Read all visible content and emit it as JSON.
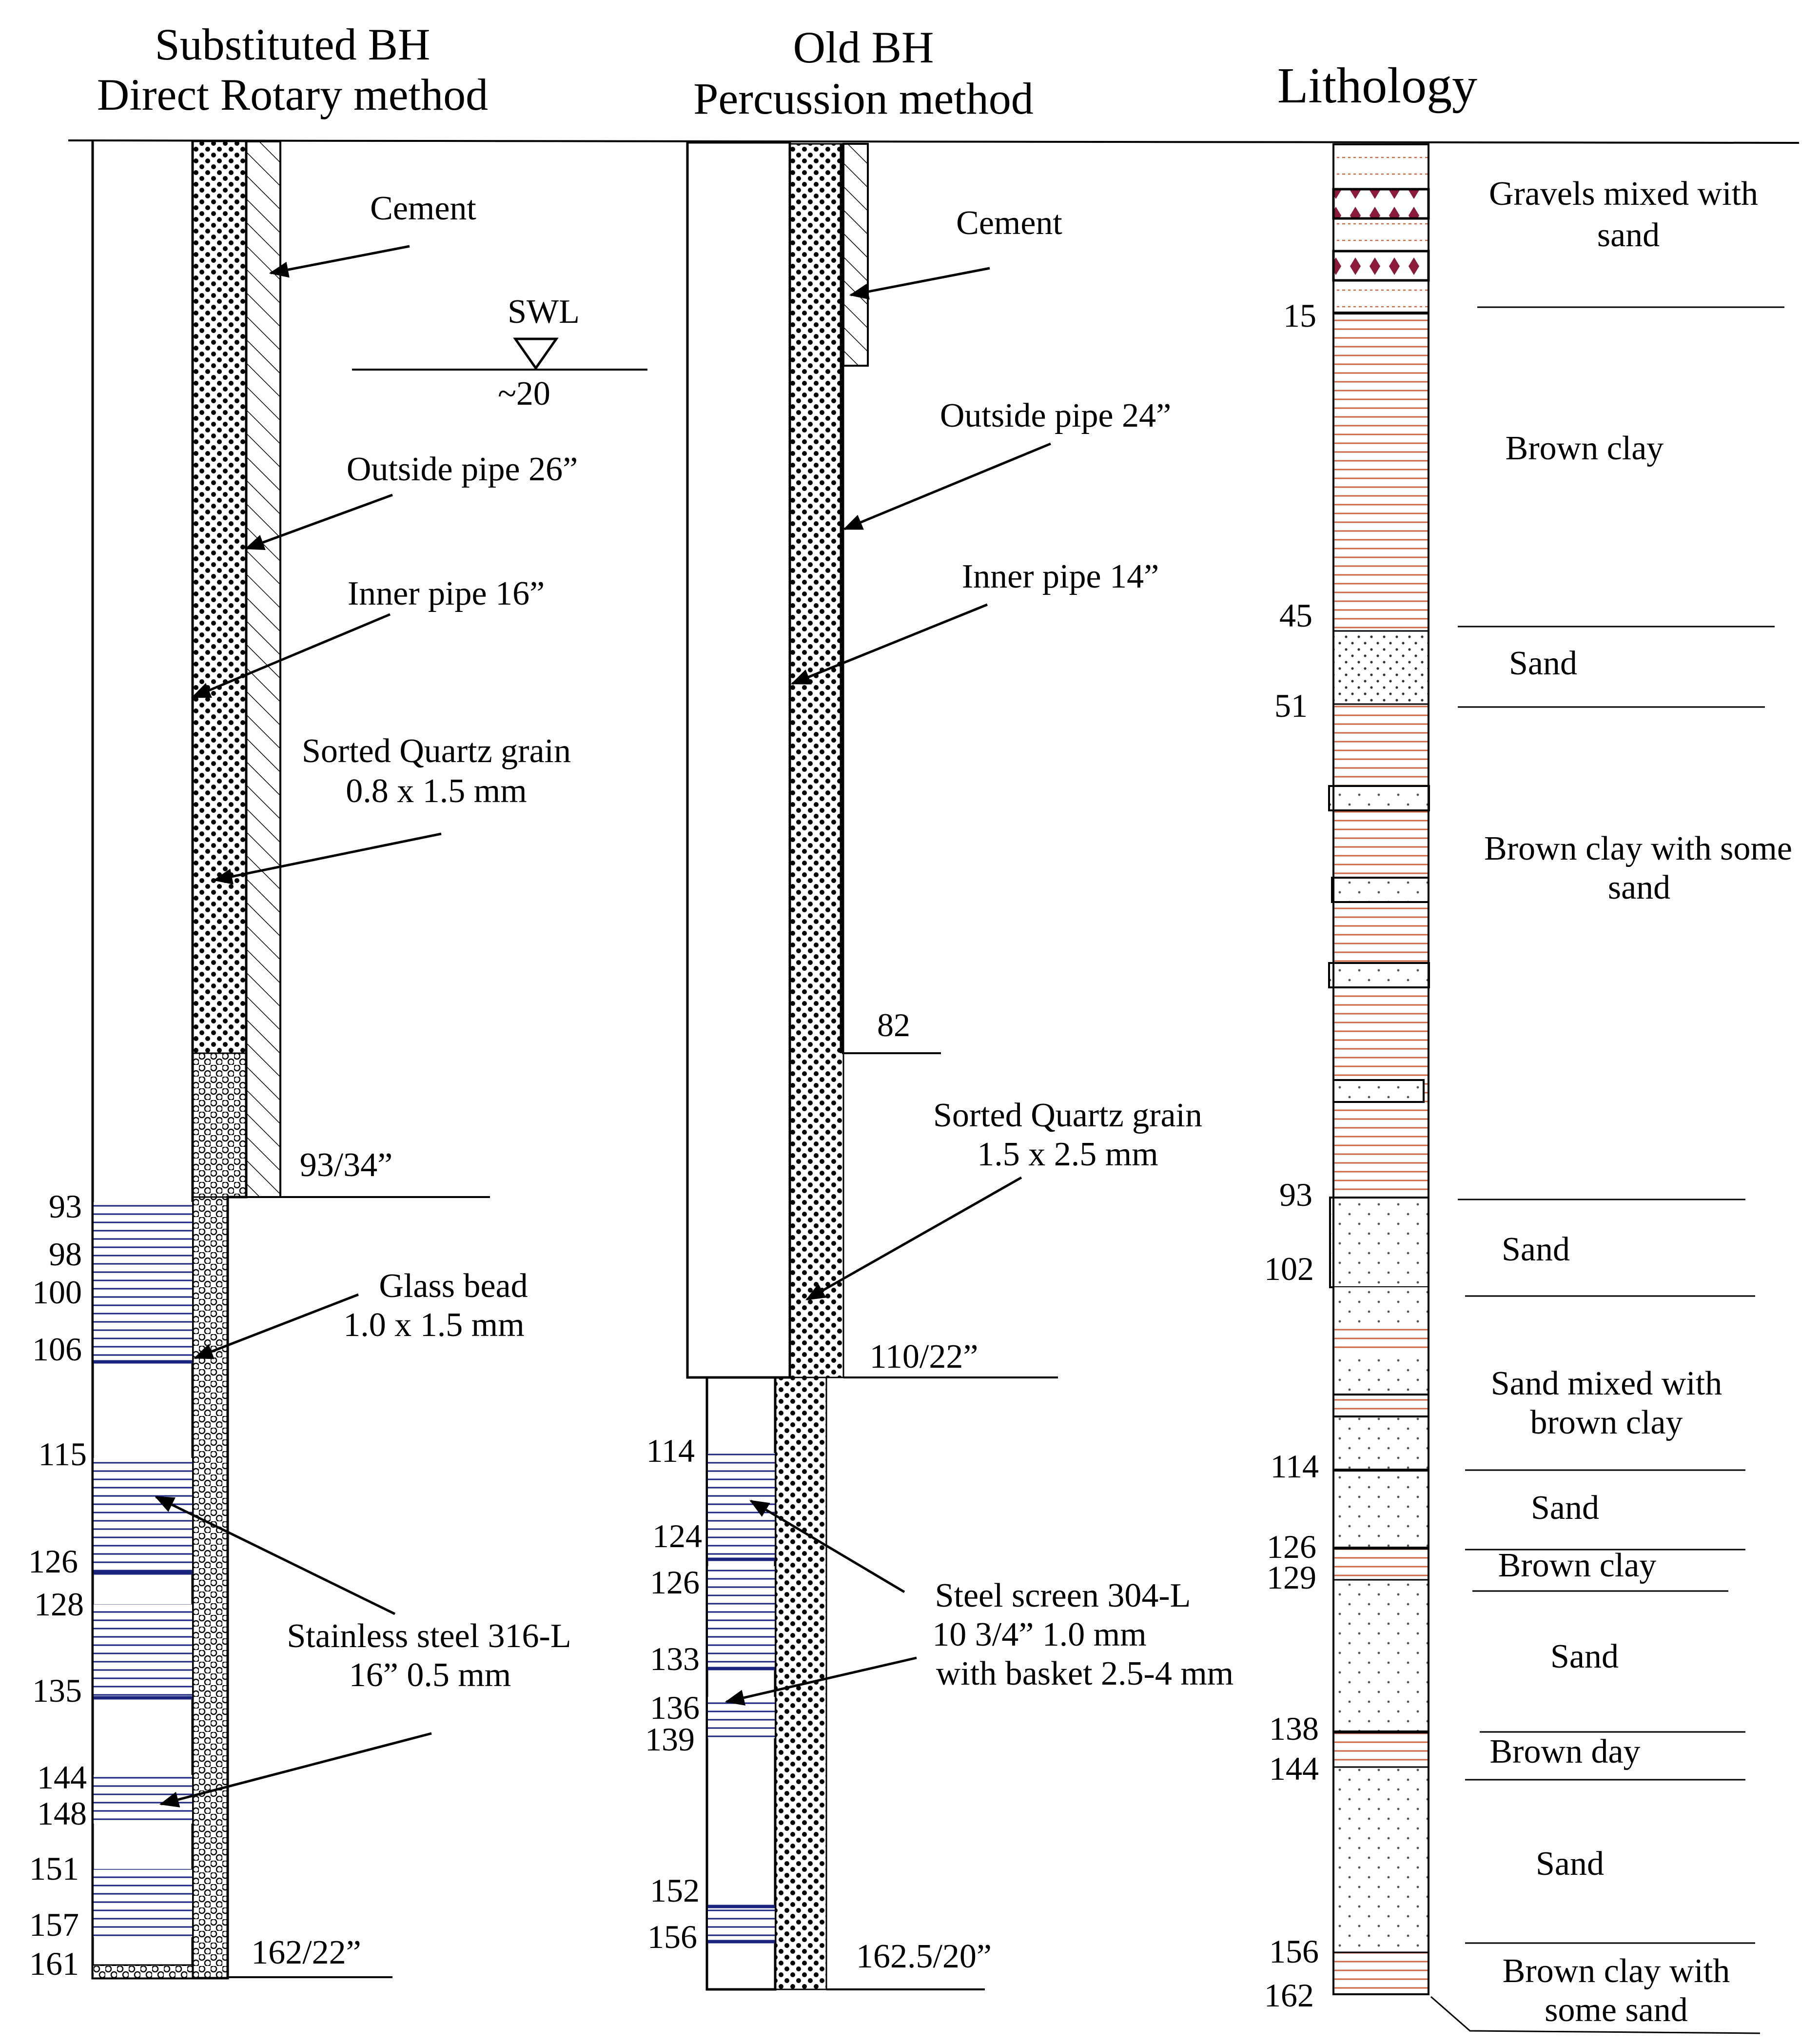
{
  "titles": {
    "left_line1": "Substituted BH",
    "left_line2": "Direct Rotary method",
    "mid_line1": "Old BH",
    "mid_line2": "Percussion method",
    "right": "Lithology"
  },
  "left_bh": {
    "cement": "Cement",
    "swl": "SWL",
    "swl_depth": "~20",
    "outside_pipe": "Outside pipe 26”",
    "inner_pipe": "Inner  pipe 16”",
    "quartz_line1": "Sorted Quartz grain",
    "quartz_line2": "0.8 x 1.5 mm",
    "outer_bottom": "93/34”",
    "glass_line1": "Glass bead",
    "glass_line2": "1.0 x 1.5 mm",
    "steel_line1": "Stainless steel 316-L",
    "steel_line2": "16”  0.5 mm",
    "total_depth": "162/22”",
    "depths": [
      "93",
      "98",
      "100",
      "106",
      "115",
      "126",
      "128",
      "135",
      "144",
      "148",
      "151",
      "157",
      "161"
    ]
  },
  "mid_bh": {
    "cement": "Cement",
    "outside_pipe": "Outside pipe 24”",
    "inner_pipe": "Inner  pipe 14”",
    "pipe_end": "82",
    "quartz_line1": "Sorted Quartz grain",
    "quartz_line2": "1.5 x 2.5 mm",
    "casing_bottom": "110/22”",
    "screen_line1": "Steel screen 304-L",
    "screen_line2": "10 3/4” 1.0 mm",
    "screen_line3": "with basket 2.5-4 mm",
    "total_depth": "162.5/20”",
    "depths": [
      "114",
      "124",
      "126",
      "133",
      "136",
      "139",
      "152",
      "156"
    ]
  },
  "lithology": {
    "depths": [
      "15",
      "45",
      "51",
      "93",
      "102",
      "114",
      "126",
      "129",
      "138",
      "144",
      "156",
      "162"
    ],
    "layers": {
      "gravels_line1": "Gravels mixed with",
      "gravels_line2": "sand",
      "brown_clay_1": "Brown clay",
      "sand_1": "Sand",
      "clay_sand_line1": "Brown clay with some",
      "clay_sand_line2": "sand",
      "sand_2": "Sand",
      "sand_mixed_line1": "Sand mixed with",
      "sand_mixed_line2": "brown clay",
      "sand_3": "Sand",
      "brown_clay_2": "Brown clay",
      "sand_4": "Sand",
      "brown_clay_3": "Brown day",
      "sand_5": "Sand",
      "bottom_line1": "Brown clay with",
      "bottom_line2": "some sand"
    }
  },
  "colors": {
    "clay_line": "#cc6644",
    "screen_line": "#1a237e",
    "gravel_fill": "#8b1a3a"
  }
}
